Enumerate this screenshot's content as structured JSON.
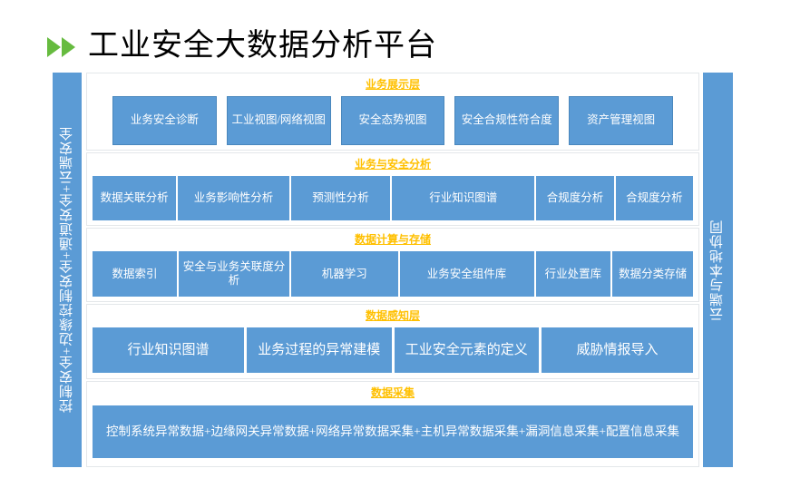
{
  "title": {
    "text": "工业安全大数据分析平台",
    "bullet_icon": "double-play-arrow-icon",
    "bullet_color": "#66BB3F"
  },
  "rails": {
    "left": "控制安全+边缘控制安全+通道安全+云端安全",
    "right": "云端与本地协同"
  },
  "colors": {
    "box_fill": "#5B9BD5",
    "layer_title": "#FFC000",
    "card_border": "#E4E7EA",
    "text": "#FFFFFF"
  },
  "layers": [
    {
      "title": "业务展示层",
      "style": "gapped",
      "boxes": [
        "业务安全诊断",
        "工业视图/网络视图",
        "安全态势视图",
        "安全合规性符合度",
        "资产管理视图"
      ],
      "weights": [
        1,
        1,
        1,
        1,
        1
      ]
    },
    {
      "title": "业务与安全分析",
      "style": "tight",
      "boxes": [
        "数据关联分析",
        "业务影响性分析",
        "预测性分析",
        "行业知识图谱",
        "合规度分析",
        "合规度分析"
      ],
      "weights": [
        1.0,
        1.35,
        1.2,
        1.75,
        0.92,
        0.92
      ]
    },
    {
      "title": "数据计算与存储",
      "style": "tight",
      "boxes": [
        "数据索引",
        "安全与业务关联度分析",
        "机器学习",
        "业务安全组件库",
        "行业处置库",
        "数据分类存储"
      ],
      "weights": [
        1.0,
        1.33,
        1.28,
        1.63,
        0.88,
        0.95
      ]
    },
    {
      "title": "数据感知层",
      "style": "tight4",
      "boxes": [
        "行业知识图谱",
        "业务过程的异常建模",
        "工业安全元素的定义",
        "威胁情报导入"
      ],
      "weights": [
        1.05,
        1.0,
        1.0,
        1.05
      ]
    },
    {
      "title": "数据采集",
      "style": "single",
      "boxes": [
        "控制系统异常数据+边缘网关异常数据+网络异常数据采集+主机异常数据采集+漏洞信息采集+配置信息采集"
      ],
      "weights": [
        1
      ]
    }
  ]
}
